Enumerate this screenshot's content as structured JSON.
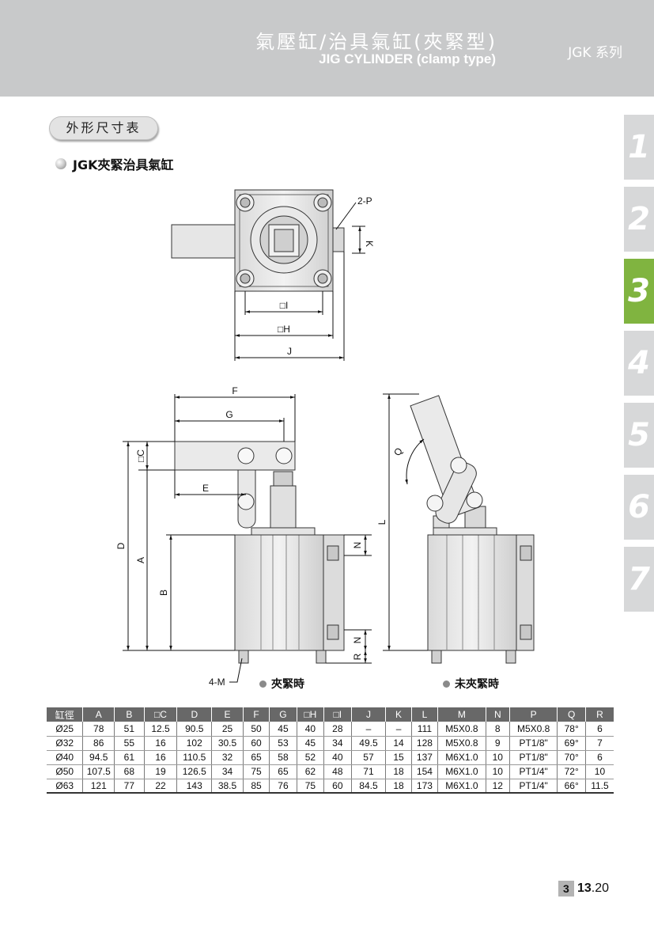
{
  "header": {
    "title_zh": "氣壓缸/治具氣缸(夾緊型)",
    "title_en": "JIG CYLINDER (clamp type)",
    "series": "JGK 系列"
  },
  "side_tabs": [
    "1",
    "2",
    "3",
    "4",
    "5",
    "6",
    "7"
  ],
  "active_tab": "3",
  "section": {
    "pill": "外形尺寸表",
    "subheading": "JGK夾緊治具氣缸"
  },
  "drawing": {
    "labels": {
      "p": "2-P",
      "k": "K",
      "i": "□I",
      "h": "□H",
      "j": "J",
      "f": "F",
      "g": "G",
      "c": "□C",
      "e": "E",
      "d": "D",
      "a": "A",
      "b": "B",
      "n_top": "N",
      "n_bot": "N",
      "r": "R",
      "m": "4-M",
      "q": "Q",
      "l": "L"
    },
    "state_clamped": "夾緊時",
    "state_unclamped": "未夾緊時"
  },
  "table": {
    "headers": [
      "缸徑",
      "A",
      "B",
      "□C",
      "D",
      "E",
      "F",
      "G",
      "□H",
      "□I",
      "J",
      "K",
      "L",
      "M",
      "N",
      "P",
      "Q",
      "R"
    ],
    "rows": [
      [
        "Ø25",
        "78",
        "51",
        "12.5",
        "90.5",
        "25",
        "50",
        "45",
        "40",
        "28",
        "–",
        "–",
        "111",
        "M5X0.8",
        "8",
        "M5X0.8",
        "78°",
        "6"
      ],
      [
        "Ø32",
        "86",
        "55",
        "16",
        "102",
        "30.5",
        "60",
        "53",
        "45",
        "34",
        "49.5",
        "14",
        "128",
        "M5X0.8",
        "9",
        "PT1/8\"",
        "69°",
        "7"
      ],
      [
        "Ø40",
        "94.5",
        "61",
        "16",
        "110.5",
        "32",
        "65",
        "58",
        "52",
        "40",
        "57",
        "15",
        "137",
        "M6X1.0",
        "10",
        "PT1/8\"",
        "70°",
        "6"
      ],
      [
        "Ø50",
        "107.5",
        "68",
        "19",
        "126.5",
        "34",
        "75",
        "65",
        "62",
        "48",
        "71",
        "18",
        "154",
        "M6X1.0",
        "10",
        "PT1/4\"",
        "72°",
        "10"
      ],
      [
        "Ø63",
        "121",
        "77",
        "22",
        "143",
        "38.5",
        "85",
        "76",
        "75",
        "60",
        "84.5",
        "18",
        "173",
        "M6X1.0",
        "12",
        "PT1/4\"",
        "66°",
        "11.5"
      ]
    ]
  },
  "page_number": {
    "chapter": "3",
    "section": "13",
    "page": ".20"
  }
}
